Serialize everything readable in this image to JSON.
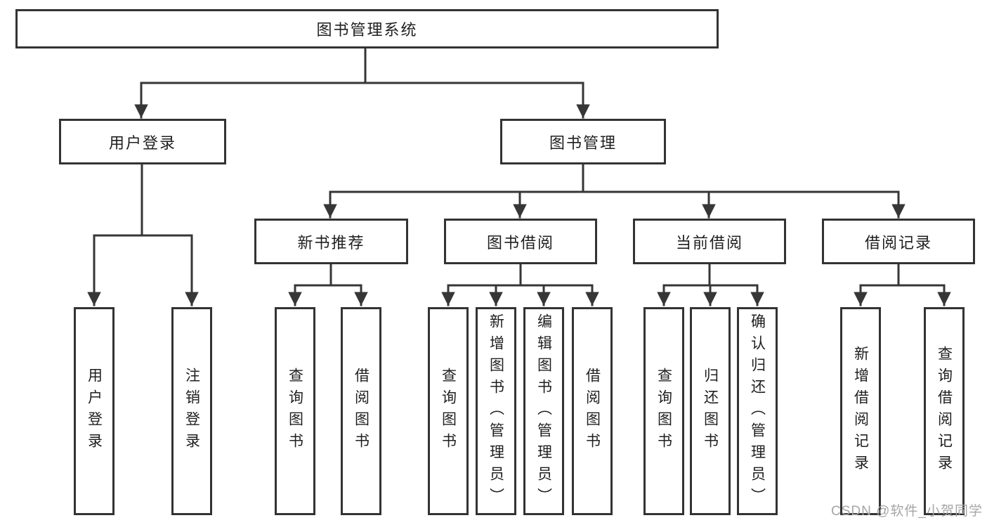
{
  "diagram": {
    "type": "tree",
    "root": {
      "label": "图书管理系统",
      "children": [
        {
          "label": "用户登录",
          "children": [
            {
              "label": "用户登录"
            },
            {
              "label": "注销登录"
            }
          ]
        },
        {
          "label": "图书管理",
          "children": [
            {
              "label": "新书推荐",
              "children": [
                {
                  "label": "查询图书"
                },
                {
                  "label": "借阅图书"
                }
              ]
            },
            {
              "label": "图书借阅",
              "children": [
                {
                  "label": "查询图书"
                },
                {
                  "label": "新增图书（管理员）"
                },
                {
                  "label": "编辑图书（管理员）"
                },
                {
                  "label": "借阅图书"
                }
              ]
            },
            {
              "label": "当前借阅",
              "children": [
                {
                  "label": "查询图书"
                },
                {
                  "label": "归还图书"
                },
                {
                  "label": "确认归还（管理员）"
                }
              ]
            },
            {
              "label": "借阅记录",
              "children": [
                {
                  "label": "新增借阅记录"
                },
                {
                  "label": "查询借阅记录"
                }
              ]
            }
          ]
        }
      ]
    }
  },
  "watermark": {
    "text": "CSDN @软件_小贺同学"
  },
  "colors": {
    "line": "#363636",
    "box_border": "#333333",
    "text": "#1f1f1f",
    "watermark": "#a6a6a6",
    "background": "#ffffff"
  }
}
